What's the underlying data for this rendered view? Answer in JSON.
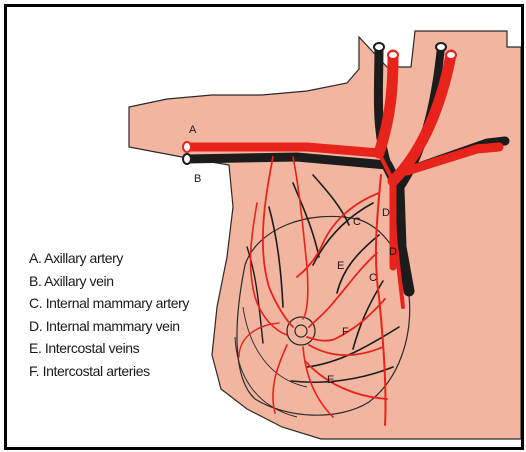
{
  "diagram": {
    "legend": [
      "A. Axillary artery",
      "B. Axillary vein",
      "C. Internal mammary artery",
      "D. Internal mammary vein",
      "E. Intercostal veins",
      "F. Intercostal arteries"
    ],
    "labels": {
      "a": "A",
      "b": "B",
      "c1": "C",
      "c2": "C",
      "d1": "D",
      "d2": "D",
      "e1": "E",
      "e2": "E",
      "f": "F"
    },
    "colors": {
      "skin": "#f2b5a0",
      "artery": "#e8231c",
      "vein": "#1c1c1c",
      "outline": "#2a2a2a",
      "border": "#000000"
    }
  }
}
